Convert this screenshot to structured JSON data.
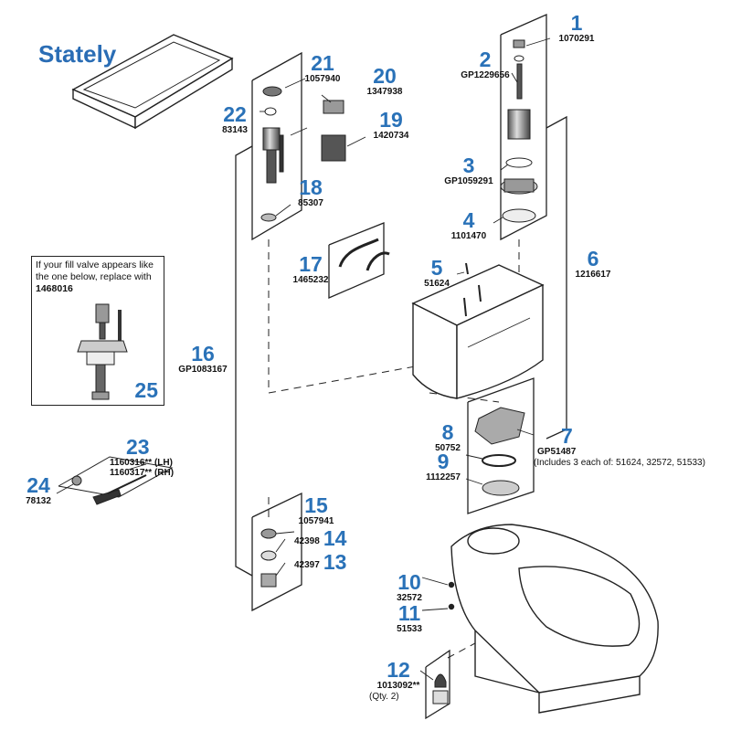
{
  "title": "Stately",
  "colors": {
    "callout_number": "#2a72b8",
    "title": "#2a6db5",
    "line": "#1a1a1a"
  },
  "note": {
    "text": "If your fill valve appears like the one below, replace with",
    "part": "1468016",
    "number": "25"
  },
  "callouts": [
    {
      "id": "1",
      "part": "1070291"
    },
    {
      "id": "2",
      "part": "GP1229656"
    },
    {
      "id": "3",
      "part": "GP1059291"
    },
    {
      "id": "4",
      "part": "1101470"
    },
    {
      "id": "5",
      "part": "51624"
    },
    {
      "id": "6",
      "part": "1216617"
    },
    {
      "id": "7",
      "part": "GP51487",
      "extra": "(Includes 3 each of: 51624, 32572, 51533)"
    },
    {
      "id": "8",
      "part": "50752"
    },
    {
      "id": "9",
      "part": "1112257"
    },
    {
      "id": "10",
      "part": "32572"
    },
    {
      "id": "11",
      "part": "51533"
    },
    {
      "id": "12",
      "part": "1013092**",
      "extra": "(Qty. 2)"
    },
    {
      "id": "13",
      "part": "42397"
    },
    {
      "id": "14",
      "part": "42398"
    },
    {
      "id": "15",
      "part": "1057941"
    },
    {
      "id": "16",
      "part": "GP1083167"
    },
    {
      "id": "17",
      "part": "1465232"
    },
    {
      "id": "18",
      "part": "85307"
    },
    {
      "id": "19",
      "part": "1420734"
    },
    {
      "id": "20",
      "part": "1347938"
    },
    {
      "id": "21",
      "part": "1057940"
    },
    {
      "id": "22",
      "part": "83143"
    },
    {
      "id": "23",
      "part": "1160316** (LH)",
      "part2": "1160317** (RH)"
    },
    {
      "id": "24",
      "part": "78132"
    }
  ]
}
